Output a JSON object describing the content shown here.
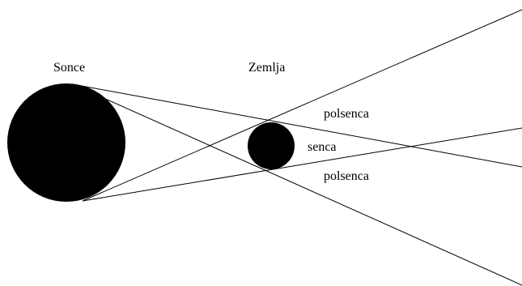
{
  "diagram": {
    "labels": {
      "sun": "Sonce",
      "earth": "Zemlja",
      "penumbra_top": "polsenca",
      "umbra": "senca",
      "penumbra_bottom": "polsenca"
    },
    "colors": {
      "bodies": "#000000",
      "lines": "#000000",
      "background": "#ffffff"
    }
  }
}
